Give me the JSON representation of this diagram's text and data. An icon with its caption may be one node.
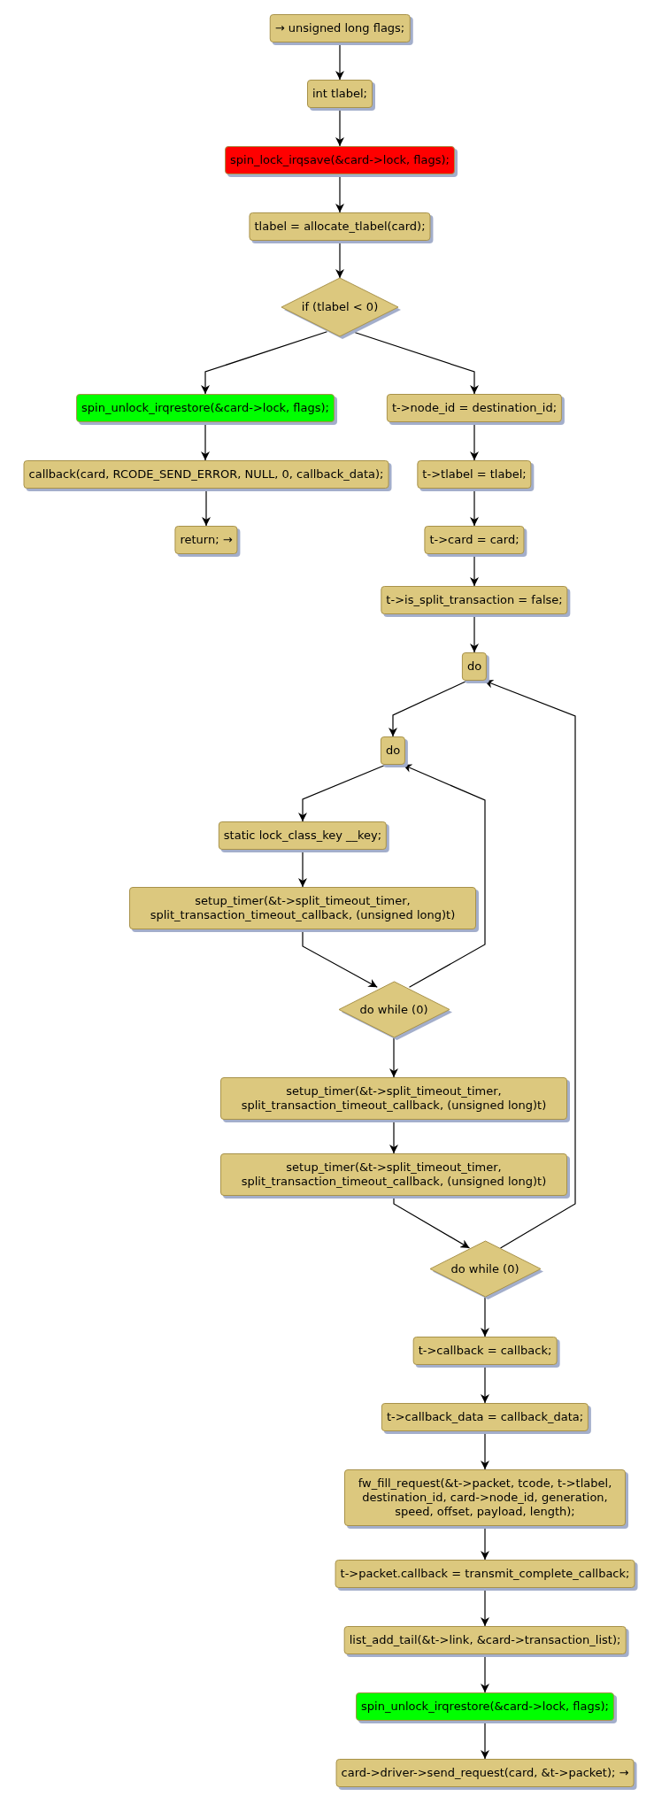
{
  "diagram": {
    "nodes": [
      {
        "text": [
          "→ unsigned long flags;"
        ]
      },
      {
        "text": [
          "int tlabel;"
        ]
      },
      {
        "text": [
          "spin_lock_irqsave(&card->lock, flags);"
        ]
      },
      {
        "text": [
          "tlabel = allocate_tlabel(card);"
        ]
      },
      {
        "text": [
          "if (tlabel < 0)"
        ]
      },
      {
        "text": [
          "spin_unlock_irqrestore(&card->lock, flags);"
        ]
      },
      {
        "text": [
          "callback(card, RCODE_SEND_ERROR, NULL, 0, callback_data);"
        ]
      },
      {
        "text": [
          "return; →"
        ]
      },
      {
        "text": [
          "t->node_id = destination_id;"
        ]
      },
      {
        "text": [
          "t->tlabel = tlabel;"
        ]
      },
      {
        "text": [
          "t->card = card;"
        ]
      },
      {
        "text": [
          "t->is_split_transaction = false;"
        ]
      },
      {
        "text": [
          "do"
        ]
      },
      {
        "text": [
          "do"
        ]
      },
      {
        "text": [
          "static lock_class_key __key;"
        ]
      },
      {
        "text": [
          "setup_timer(&t->split_timeout_timer, split_transaction_timeout_callback, (unsigned long)t)"
        ]
      },
      {
        "text": [
          "do while (0)"
        ]
      },
      {
        "text": [
          "setup_timer(&t->split_timeout_timer, split_transaction_timeout_callback, (unsigned long)t)"
        ]
      },
      {
        "text": [
          "setup_timer(&t->split_timeout_timer, split_transaction_timeout_callback, (unsigned long)t)"
        ]
      },
      {
        "text": [
          "do while (0)"
        ]
      },
      {
        "text": [
          "t->callback = callback;"
        ]
      },
      {
        "text": [
          "t->callback_data = callback_data;"
        ]
      },
      {
        "text": [
          "fw_fill_request(&t->packet, tcode, t->tlabel, destination_id, card->node_id, generation, speed, offset, payload, length);"
        ]
      },
      {
        "text": [
          "t->packet.callback = transmit_complete_callback;"
        ]
      },
      {
        "text": [
          "list_add_tail(&t->link, &card->transaction_list);"
        ]
      },
      {
        "text": [
          "spin_unlock_irqrestore(&card->lock, flags);"
        ]
      },
      {
        "text": [
          "card->driver->send_request(card, &t->packet); →"
        ]
      }
    ],
    "edges": [
      {
        "from": 0,
        "to": 1,
        "arrow": "to"
      },
      {
        "from": 1,
        "to": 2,
        "arrow": "to"
      },
      {
        "from": 2,
        "to": 3,
        "arrow": "to"
      },
      {
        "from": 3,
        "to": 4,
        "arrow": "to"
      },
      {
        "from": 4,
        "to": 5,
        "arrow": "to"
      },
      {
        "from": 4,
        "to": 8,
        "arrow": "to"
      },
      {
        "from": 5,
        "to": 6,
        "arrow": "to"
      },
      {
        "from": 6,
        "to": 7,
        "arrow": "to"
      },
      {
        "from": 8,
        "to": 9,
        "arrow": "to"
      },
      {
        "from": 9,
        "to": 10,
        "arrow": "to"
      },
      {
        "from": 10,
        "to": 11,
        "arrow": "to"
      },
      {
        "from": 11,
        "to": 12,
        "arrow": "to"
      },
      {
        "from": 12,
        "to": 13,
        "arrow": "to"
      },
      {
        "from": 13,
        "to": 14,
        "arrow": "to"
      },
      {
        "from": 14,
        "to": 15,
        "arrow": "to"
      },
      {
        "from": 15,
        "to": 16,
        "arrow": "to"
      },
      {
        "from": 16,
        "to": 13,
        "arrow": "to"
      },
      {
        "from": 16,
        "to": 17,
        "arrow": "to"
      },
      {
        "from": 17,
        "to": 18,
        "arrow": "to"
      },
      {
        "from": 18,
        "to": 19,
        "arrow": "to"
      },
      {
        "from": 19,
        "to": 12,
        "arrow": "to"
      },
      {
        "from": 19,
        "to": 20,
        "arrow": "to"
      },
      {
        "from": 20,
        "to": 21,
        "arrow": "to"
      },
      {
        "from": 21,
        "to": 22,
        "arrow": "to"
      },
      {
        "from": 22,
        "to": 23,
        "arrow": "to"
      },
      {
        "from": 23,
        "to": 24,
        "arrow": "to"
      },
      {
        "from": 24,
        "to": 25,
        "arrow": "to"
      },
      {
        "from": 25,
        "to": 26,
        "arrow": "to"
      }
    ]
  }
}
